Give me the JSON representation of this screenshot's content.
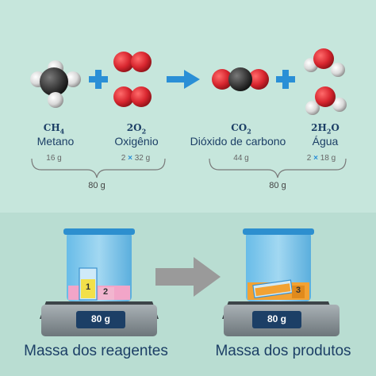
{
  "reaction": {
    "reactants": [
      {
        "formula_main": "CH",
        "formula_sub": "4",
        "name": "Metano",
        "mass": "16 g"
      },
      {
        "formula_main": "2O",
        "formula_sub": "2",
        "name": "Oxigênio",
        "mass_prefix": "2",
        "mass_x": "×",
        "mass_suffix": "32 g"
      }
    ],
    "products": [
      {
        "formula_main": "CO",
        "formula_sub": "2",
        "name": "Dióxido de carbono",
        "mass": "44 g"
      },
      {
        "formula_main": "2H",
        "formula_sub": "2",
        "formula_tail": "O",
        "name": "Água",
        "mass_prefix": "2",
        "mass_x": "×",
        "mass_suffix": "18 g"
      }
    ],
    "reactants_total": "80 g",
    "products_total": "80 g"
  },
  "scales": {
    "left": {
      "readout": "80 g",
      "label_1": "1",
      "label_2": "2"
    },
    "right": {
      "readout": "80 g",
      "label_3": "3"
    }
  },
  "captions": {
    "left": "Massa dos reagentes",
    "right": "Massa dos produtos"
  },
  "colors": {
    "background_top": "#c6e6dc",
    "background_bottom": "#b9ddd2",
    "accent_blue": "#2a8fd6",
    "oxygen_red": "#d8262f",
    "carbon_dark": "#3a3a3a",
    "hydrogen_grey": "#d9d9d9",
    "text_navy": "#1c3f66"
  }
}
